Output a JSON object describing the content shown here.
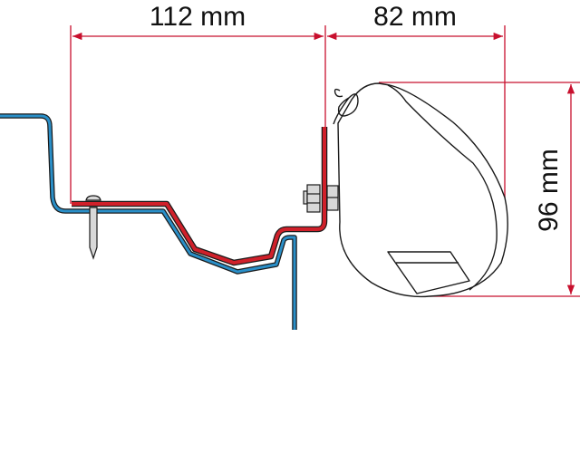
{
  "dimensions": {
    "width_bracket": "112 mm",
    "width_awning": "82 mm",
    "height_awning": "96 mm"
  },
  "colors": {
    "dimension": "#c8102e",
    "bracket": "#d0202a",
    "vehicle_wall": "#2a8fc8",
    "outline": "#1a1a1a",
    "hardware": "#d8d8d8"
  }
}
